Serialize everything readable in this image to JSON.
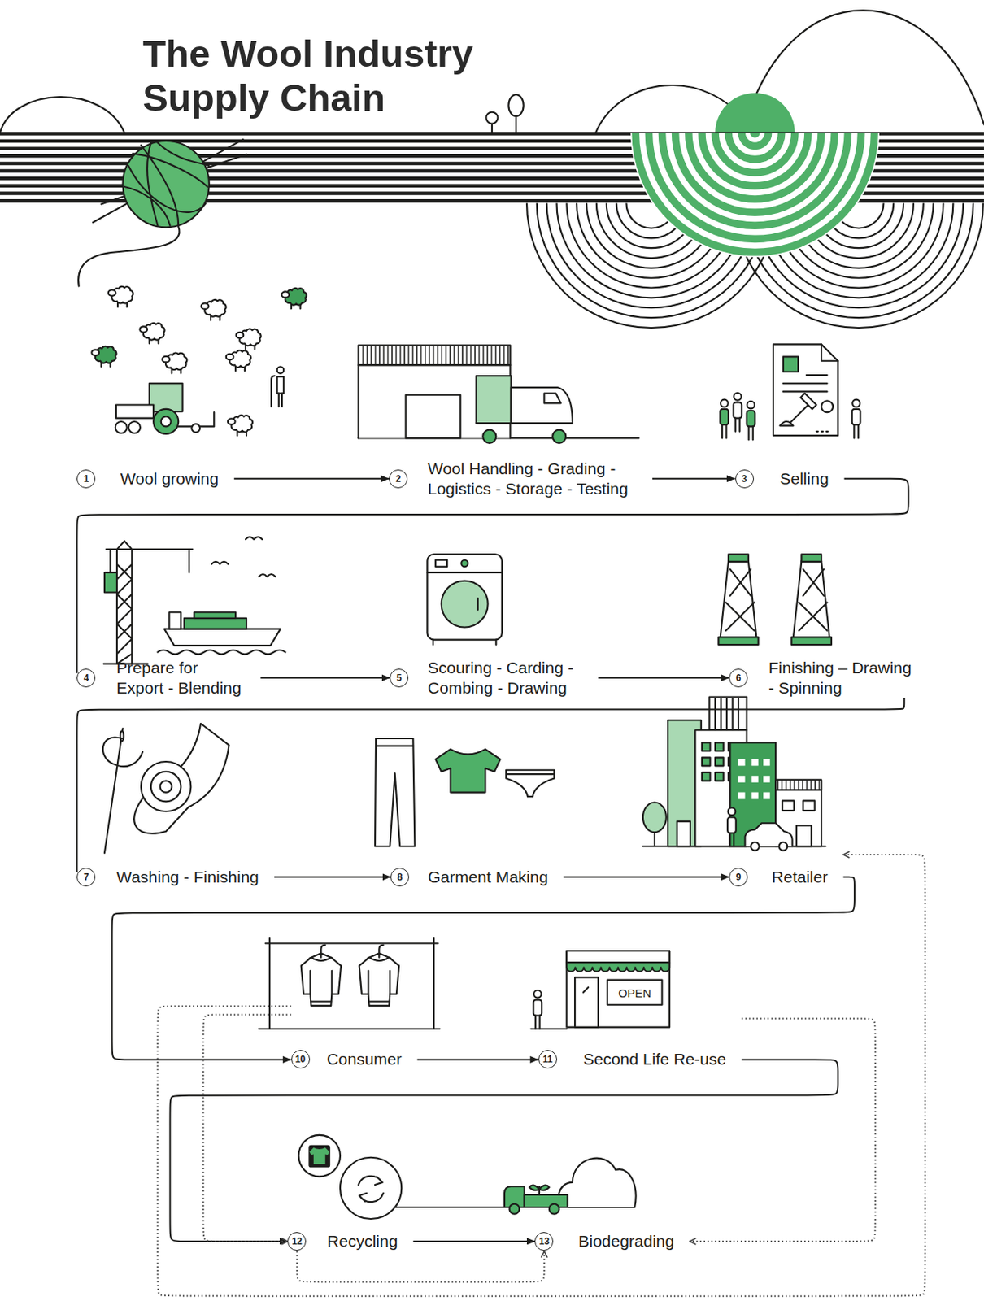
{
  "diagram": {
    "title": "The Wool Industry Supply Chain",
    "nodes": [
      {
        "text": [
          "1",
          "Wool growing"
        ]
      },
      {
        "text": [
          "2",
          "Wool Handling - Grading - Logistics - Storage - Testing"
        ]
      },
      {
        "text": [
          "3",
          "Selling"
        ]
      },
      {
        "text": [
          "4",
          "Prepare for Export - Blending"
        ]
      },
      {
        "text": [
          "5",
          "Scouring - Carding - Combing - Drawing"
        ]
      },
      {
        "text": [
          "6",
          "Finishing – Drawing - Spinning"
        ]
      },
      {
        "text": [
          "7",
          "Washing - Finishing"
        ]
      },
      {
        "text": [
          "8",
          "Garment Making"
        ]
      },
      {
        "text": [
          "9",
          "Retailer"
        ]
      },
      {
        "text": [
          "10",
          "Consumer"
        ]
      },
      {
        "text": [
          "11",
          "Second Life Re-use"
        ]
      },
      {
        "text": [
          "12",
          "Recycling"
        ]
      },
      {
        "text": [
          "13",
          "Biodegrading"
        ]
      }
    ],
    "edges": [
      {
        "from": 0,
        "to": 1,
        "arrow": "to"
      },
      {
        "from": 1,
        "to": 2,
        "arrow": "to"
      },
      {
        "from": 2,
        "to": 3,
        "arrow": "none"
      },
      {
        "from": 3,
        "to": 4,
        "arrow": "to"
      },
      {
        "from": 4,
        "to": 5,
        "arrow": "to"
      },
      {
        "from": 5,
        "to": 6,
        "arrow": "none"
      },
      {
        "from": 6,
        "to": 7,
        "arrow": "to"
      },
      {
        "from": 7,
        "to": 8,
        "arrow": "to"
      },
      {
        "from": 8,
        "to": 9,
        "arrow": "to"
      },
      {
        "from": 9,
        "to": 10,
        "arrow": "to"
      },
      {
        "from": 10,
        "to": 11,
        "arrow": "to"
      },
      {
        "from": 11,
        "to": 12,
        "arrow": "to"
      },
      {
        "from": 9,
        "to": 11,
        "arrow": "to"
      },
      {
        "from": 9,
        "to": 8,
        "arrow": "to"
      },
      {
        "from": 10,
        "to": 12,
        "arrow": "to"
      },
      {
        "from": 11,
        "to": 12,
        "arrow": "to"
      }
    ],
    "labels": [
      "OPEN"
    ]
  }
}
